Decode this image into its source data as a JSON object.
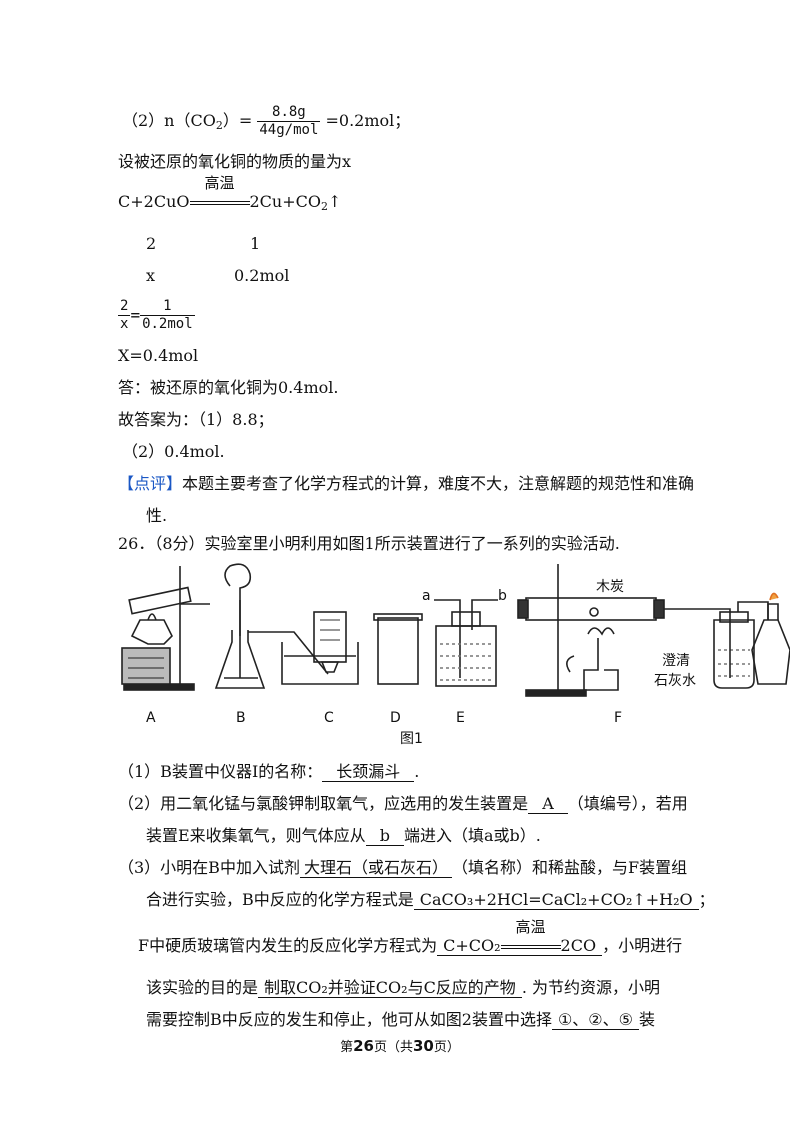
{
  "sol": {
    "l2_prefix": "（2）n（CO",
    "l2_sub": "2",
    "l2_eq": "）=",
    "l2_num": "8.8g",
    "l2_den": "44g/mol",
    "l2_tail": "=0.2mol；",
    "assume": "设被还原的氧化铜的物质的量为x",
    "rx_left": "C+2CuO",
    "rx_cond": "高温",
    "rx_right": "2Cu+CO",
    "rx_sub": "2",
    "rx_arrow": "↑",
    "coef_a": "2",
    "coef_b": "1",
    "var_a": "x",
    "var_b": "0.2mol",
    "ratio_n1": "2",
    "ratio_d1": "x",
    "ratio_n2": "1",
    "ratio_d2": "0.2mol",
    "X": "X=0.4mol",
    "answer": "答：被还原的氧化铜为0.4mol.",
    "final": "故答案为：（1）8.8；",
    "final2": "（2）0.4mol."
  },
  "comment": {
    "tag": "【点评】",
    "text": "本题主要考查了化学方程式的计算，难度不大，注意解题的规范性和准确",
    "text2": "性."
  },
  "q26": {
    "title": "26．（8分）实验室里小明利用如图1所示装置进行了一系列的实验活动.",
    "fig": {
      "labels": [
        "A",
        "B",
        "C",
        "D",
        "E",
        "F"
      ],
      "caption": "图1",
      "a": "a",
      "b": "b",
      "charcoal": "木炭",
      "limewater1": "澄清",
      "limewater2": "石灰水"
    },
    "p1_pre": "（1）B装置中仪器Ⅰ的名称：",
    "p1_ans": "长颈漏斗",
    "p1_post": ".",
    "p2_pre": "（2）用二氧化锰与氯酸钾制取氧气，应选用的发生装置是",
    "p2_ans": "A",
    "p2_post": "（填编号），若用",
    "p2b_pre": "装置E来收集氧气，则气体应从",
    "p2b_ans": "b",
    "p2b_post": "端进入（填a或b）.",
    "p3_pre": "（3）小明在B中加入试剂",
    "p3_ans": "大理石（或石灰石）",
    "p3_post": "（填名称）和稀盐酸，与F装置组",
    "p3b_pre": "合进行实验，B中反应的化学方程式是",
    "p3b_ans": "CaCO₃+2HCl=CaCl₂+CO₂↑+H₂O",
    "p3b_post": "；",
    "p3c_pre": "F中硬质玻璃管内发生的反应化学方程式为",
    "p3c_left": "C+CO₂",
    "p3c_cond": "高温",
    "p3c_right": "2CO",
    "p3c_post": "，小明进行",
    "p3d_pre": "该实验的目的是",
    "p3d_ans": "制取CO₂并验证CO₂与C反应的产物",
    "p3d_post": ". 为节约资源，小明",
    "p3e_pre": "需要控制B中反应的发生和停止，他可从如图2装置中选择",
    "p3e_ans": "①、②、⑤",
    "p3e_post": "装"
  },
  "footer": {
    "pre": "第",
    "page": "26",
    "mid": "页（共",
    "total": "30",
    "post": "页）"
  }
}
